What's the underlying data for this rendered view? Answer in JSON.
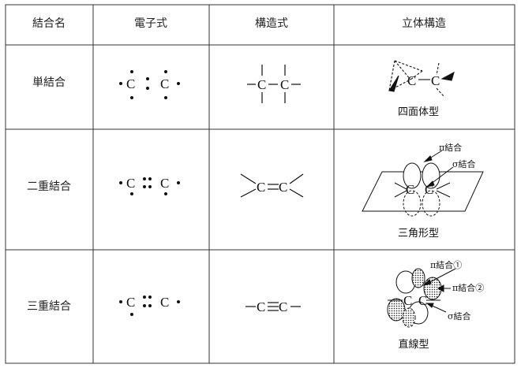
{
  "headers": [
    "結合名",
    "電子式",
    "構造式",
    "立体構造"
  ],
  "rows": [
    {
      "name": "単結合",
      "electron_formula": {
        "left": "C",
        "right": "C"
      },
      "structural_formula": {
        "left": "C",
        "right": "C",
        "bond": "−"
      },
      "shape_caption": "四面体型",
      "labels": {
        "left_atom": "C",
        "right_atom": "C"
      }
    },
    {
      "name": "二重結合",
      "electron_formula": {
        "left": "C",
        "right": "C"
      },
      "structural_formula": {
        "left": "C",
        "right": "C",
        "bond": "="
      },
      "shape_caption": "三角形型",
      "labels": {
        "pi": "π結合",
        "sigma": "σ結合",
        "left_atom": "C",
        "right_atom": "C"
      }
    },
    {
      "name": "三重結合",
      "electron_formula": {
        "left": "C",
        "right": "C"
      },
      "structural_formula": {
        "left": "C",
        "right": "C",
        "bond": "≡"
      },
      "shape_caption": "直線型",
      "labels": {
        "pi1": "π結合①",
        "pi2": "π結合②",
        "sigma": "σ結合",
        "left_atom": "C",
        "right_atom": "C"
      }
    }
  ]
}
